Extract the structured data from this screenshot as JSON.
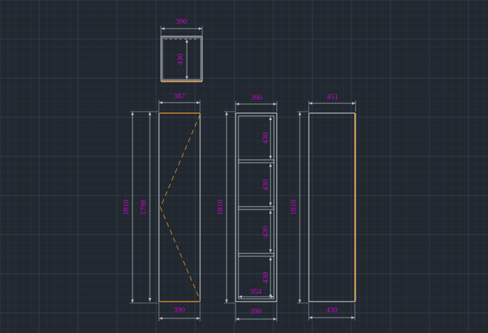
{
  "colors": {
    "background": "#212830",
    "grid_minor": "#2a323c",
    "grid_major": "#323b46",
    "outline": "#e8e8e8",
    "dimension_line": "#b9bec4",
    "dimension_text": "#d400d4",
    "edge_banding": "#d98a2b",
    "door_swing": "#d98a2b"
  },
  "labels": {
    "top_width": "390",
    "top_depth": "430",
    "front_top_width": "387",
    "front_height": "1810",
    "front_door_height": "1798",
    "front_bottom_width": "390",
    "interior_top_width": "390",
    "interior_height": "1810",
    "interior_shelf_1": "430",
    "interior_shelf_2": "430",
    "interior_shelf_3": "430",
    "interior_shelf_4": "430",
    "interior_inner_width": "354",
    "interior_bottom_width": "390",
    "side_top_depth": "451",
    "side_height": "1810",
    "side_bottom_depth": "430"
  }
}
